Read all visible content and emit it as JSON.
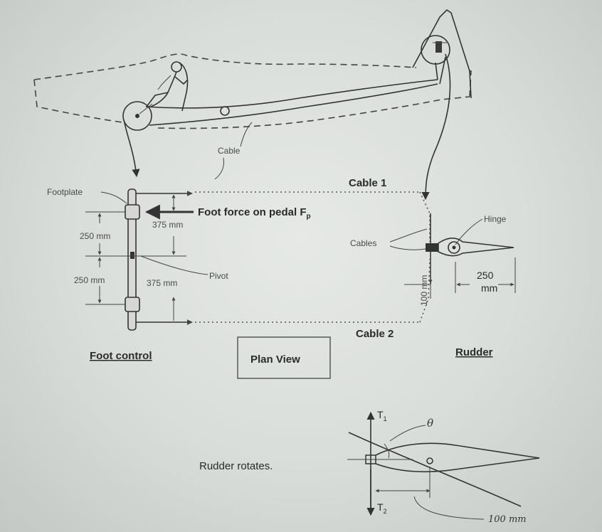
{
  "labels": {
    "cable_top": "Cable",
    "cable_1": "Cable 1",
    "cable_2": "Cable 2",
    "footplate": "Footplate",
    "foot_force": "Foot force on pedal F",
    "foot_force_sub": "p",
    "dim_250_upper": "250 mm",
    "dim_250_lower": "250 mm",
    "dim_375_upper": "375 mm",
    "dim_375_lower": "375 mm",
    "pivot": "Pivot",
    "cables": "Cables",
    "hinge": "Hinge",
    "dim_100_mm": "100 mm",
    "dim_250_rudder_num": "250",
    "dim_250_rudder_unit": "mm",
    "foot_control": "Foot control",
    "plan_view": "Plan View",
    "rudder": "Rudder",
    "rudder_rotates": "Rudder rotates.",
    "t1": "T",
    "t1_sub": "1",
    "t2": "T",
    "t2_sub": "2",
    "theta": "θ",
    "handwritten_100mm": "100 mm"
  }
}
